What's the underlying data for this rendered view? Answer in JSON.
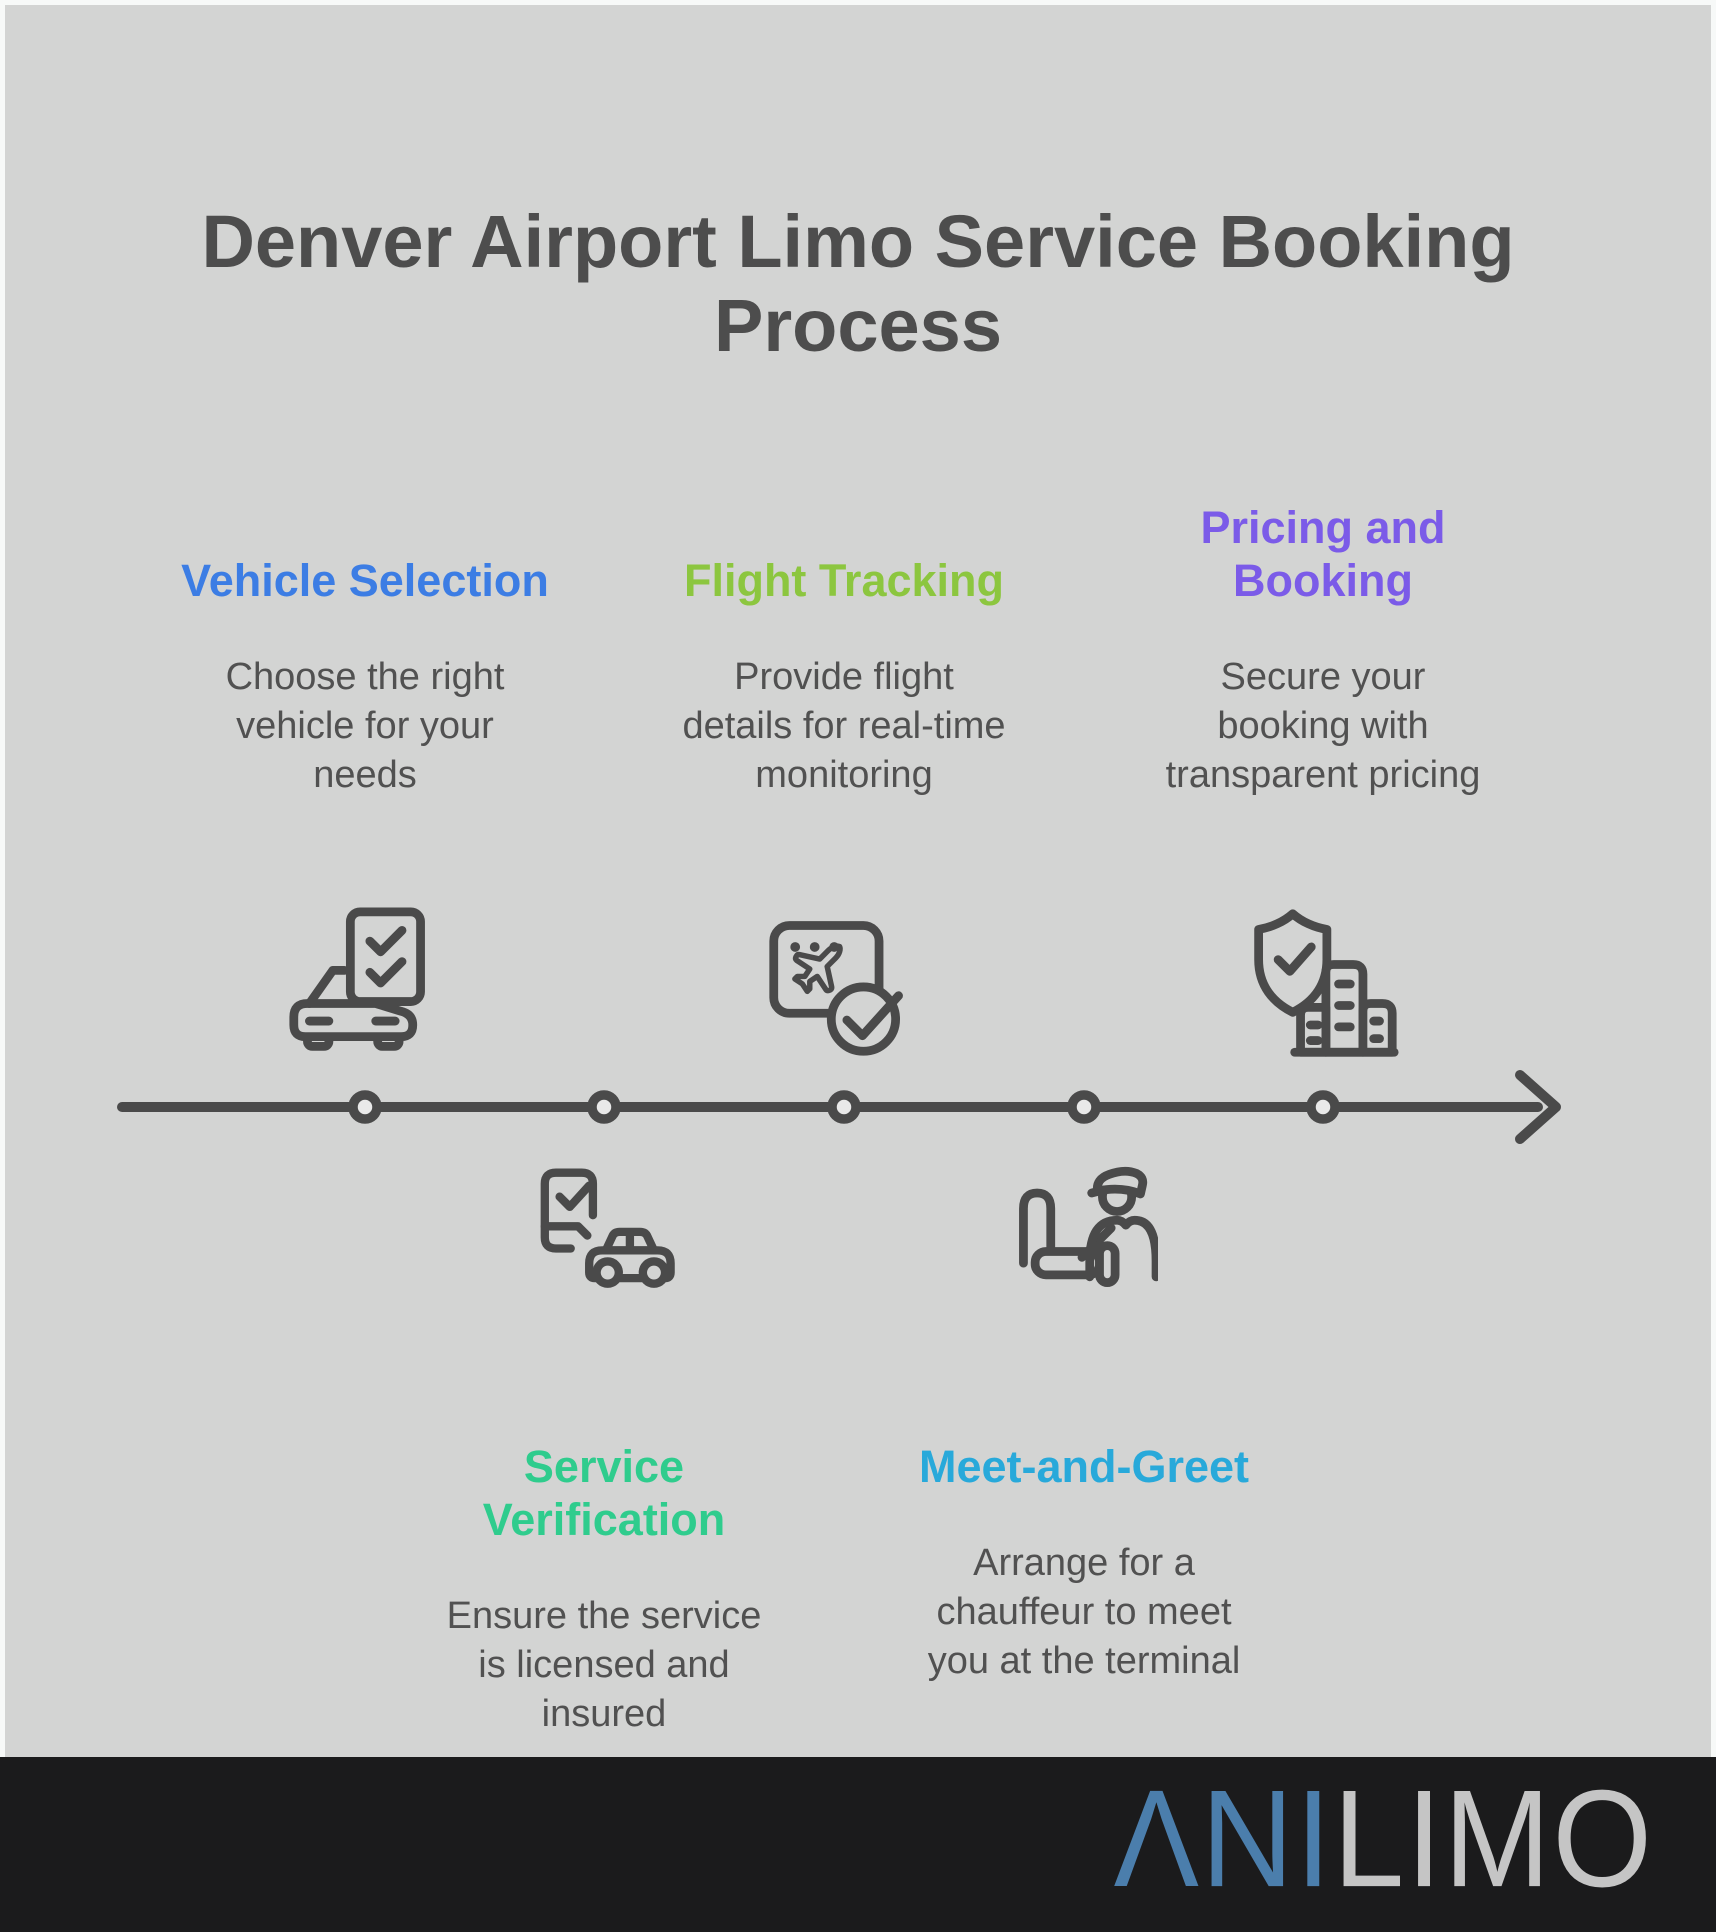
{
  "page": {
    "background_color": "#D3D4D3",
    "frame_color": "#F7F9F8",
    "line_color": "#4A4A4A"
  },
  "title": {
    "lines": [
      "Denver Airport Limo Service Booking",
      "Process"
    ],
    "color": "#4D4D4D"
  },
  "steps": [
    {
      "order": 1,
      "position": "above-timeline",
      "icon": "car-checklist-icon",
      "heading": {
        "lines": [
          "Vehicle Selection"
        ],
        "color": "#3C7DE4"
      },
      "description": {
        "lines": [
          "Choose the right",
          "vehicle for your",
          "needs"
        ]
      }
    },
    {
      "order": 2,
      "position": "below-timeline",
      "icon": "phone-check-car-icon",
      "heading": {
        "lines": [
          "Service",
          "Verification"
        ],
        "color": "#2FCC8D"
      },
      "description": {
        "lines": [
          "Ensure the service",
          "is licensed and",
          "insured"
        ]
      }
    },
    {
      "order": 3,
      "position": "above-timeline",
      "icon": "flight-tracking-icon",
      "heading": {
        "lines": [
          "Flight Tracking"
        ],
        "color": "#8CC63F"
      },
      "description": {
        "lines": [
          "Provide flight",
          "details for real-time",
          "monitoring"
        ]
      }
    },
    {
      "order": 4,
      "position": "below-timeline",
      "icon": "chauffeur-icon",
      "heading": {
        "lines": [
          "Meet-and-Greet"
        ],
        "color": "#28A9DA"
      },
      "description": {
        "lines": [
          "Arrange for a",
          "chauffeur to meet",
          "you at the terminal"
        ]
      }
    },
    {
      "order": 5,
      "position": "above-timeline",
      "icon": "shield-buildings-icon",
      "heading": {
        "lines": [
          "Pricing and",
          "Booking"
        ],
        "color": "#7B5BE8"
      },
      "description": {
        "lines": [
          "Secure your",
          "booking with",
          "transparent pricing"
        ]
      }
    }
  ],
  "timeline": {
    "node_count": 5,
    "direction": "left-to-right",
    "color": "#4A4A4A"
  },
  "footer": {
    "background": "#1B1B1C",
    "logo": {
      "part1": "ΛNI",
      "part1_color": "#4B7EAC",
      "part2": "LIMO",
      "part2_color": "#C5C5C5"
    }
  }
}
